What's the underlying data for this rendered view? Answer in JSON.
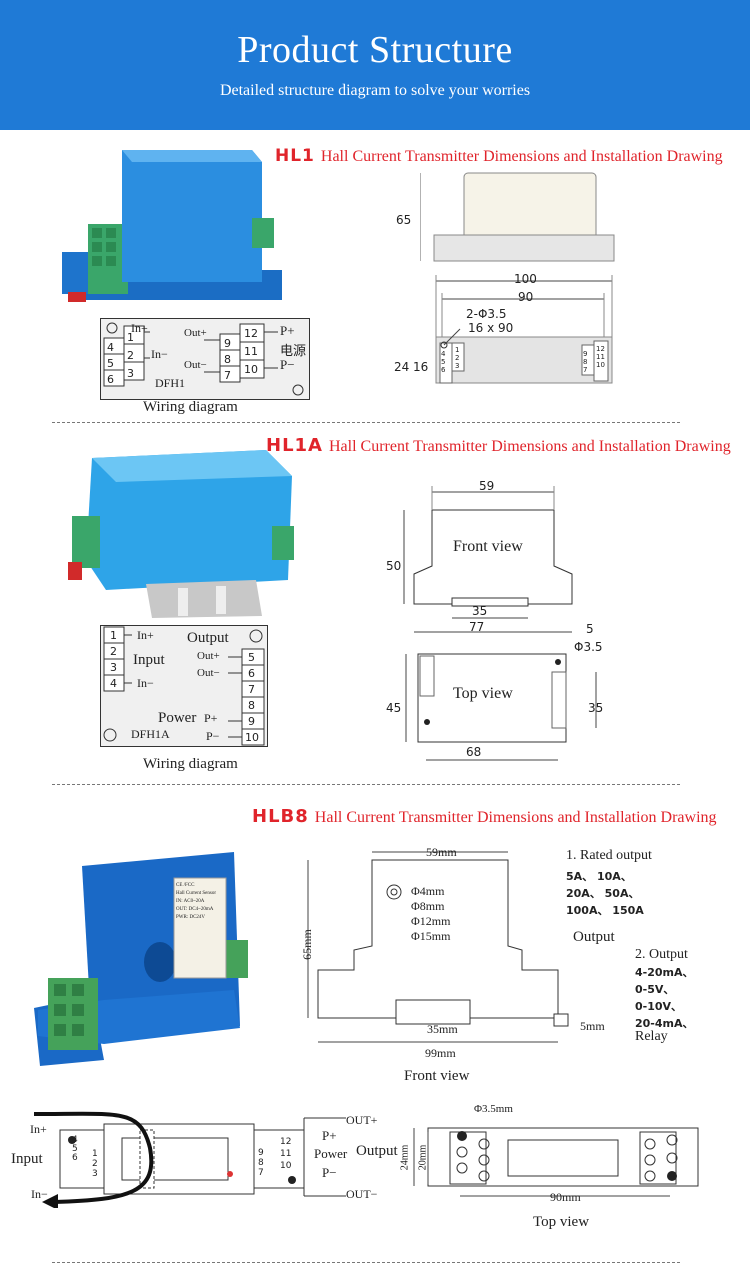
{
  "banner": {
    "title": "Product Structure",
    "subtitle": "Detailed structure diagram to solve your worries"
  },
  "sections": [
    {
      "code": "HL1",
      "heading": "Hall Current Transmitter Dimensions and Installation Drawing",
      "wiring": {
        "caption": "Wiring diagram",
        "model": "DFH1",
        "left_terminals": [
          "1",
          "2",
          "3",
          "4",
          "5",
          "6"
        ],
        "right_terminals": [
          "9",
          "8",
          "7",
          "12",
          "11",
          "10"
        ],
        "in_plus": "In+",
        "in_minus": "In−",
        "out_plus": "Out+",
        "out_minus": "Out−",
        "p_plus": "P+",
        "p_minus": "P−",
        "power_cn": "电源"
      },
      "dims": {
        "height": "65",
        "width_outer": "100",
        "width_inner": "90",
        "hole": "2-Φ3.5",
        "hole_spacing": "16 x 90",
        "depth_outer": "24",
        "depth_inner": "16",
        "term_left": [
          "1",
          "2",
          "3",
          "4",
          "5",
          "6"
        ],
        "term_right": [
          "9",
          "8",
          "7",
          "12",
          "11",
          "10"
        ]
      }
    },
    {
      "code": "HL1A",
      "heading": "Hall Current Transmitter Dimensions and Installation Drawing",
      "wiring": {
        "caption": "Wiring diagram",
        "model": "DFH1A",
        "left_terminals": [
          "1",
          "2",
          "3",
          "4"
        ],
        "right_terminals": [
          "5",
          "6",
          "7",
          "8",
          "9",
          "10"
        ],
        "in_plus": "In+",
        "in_minus": "In−",
        "input": "Input",
        "output": "Output",
        "out_plus": "Out+",
        "out_minus": "Out−",
        "power": "Power",
        "p_plus": "P+",
        "p_minus": "P−"
      },
      "dims": {
        "front_view": "Front view",
        "top_view": "Top view",
        "w59": "59",
        "h50": "50",
        "w35": "35",
        "w77": "77",
        "w5": "5",
        "hole": "Φ3.5",
        "h45": "45",
        "h35": "35",
        "w68": "68"
      }
    },
    {
      "code": "HLB8",
      "heading": "Hall Current Transmitter Dimensions and Installation Drawing",
      "label": [
        "CE /FCC",
        "Hall Current Sensor",
        "IN: AC0~20A",
        "OUT: DC4~20mA",
        "PWR: DC24V"
      ],
      "front": {
        "caption": "Front view",
        "w59": "59mm",
        "h65": "65mm",
        "w35": "35mm",
        "w99": "99mm",
        "w5": "5mm",
        "holes": [
          "Φ4mm",
          "Φ8mm",
          "Φ12mm",
          "Φ15mm"
        ],
        "output": "Output"
      },
      "specs": {
        "rated_title": "1. Rated output",
        "rated_lines": [
          "5A、 10A、",
          "20A、 50A、",
          "100A、 150A"
        ],
        "output_title": "2. Output",
        "output_lines": [
          "4-20mA、",
          "0-5V、",
          "0-10V、",
          "20-4mA、"
        ],
        "relay": "Relay"
      },
      "wiring": {
        "in_plus": "In+",
        "in_minus": "In−",
        "input": "Input",
        "out_plus": "OUT+",
        "out_minus": "OUT−",
        "p_plus": "P+",
        "p_minus": "P−",
        "power": "Power",
        "left_terminals": [
          "1",
          "2",
          "3",
          "4",
          "5",
          "6"
        ],
        "right_terminals": [
          "9",
          "8",
          "7",
          "12",
          "11",
          "10"
        ]
      },
      "top": {
        "caption": "Top view",
        "hole": "Φ3.5mm",
        "output": "Output",
        "d24": "24mm",
        "d20": "20mm",
        "w90": "90mm"
      }
    }
  ]
}
